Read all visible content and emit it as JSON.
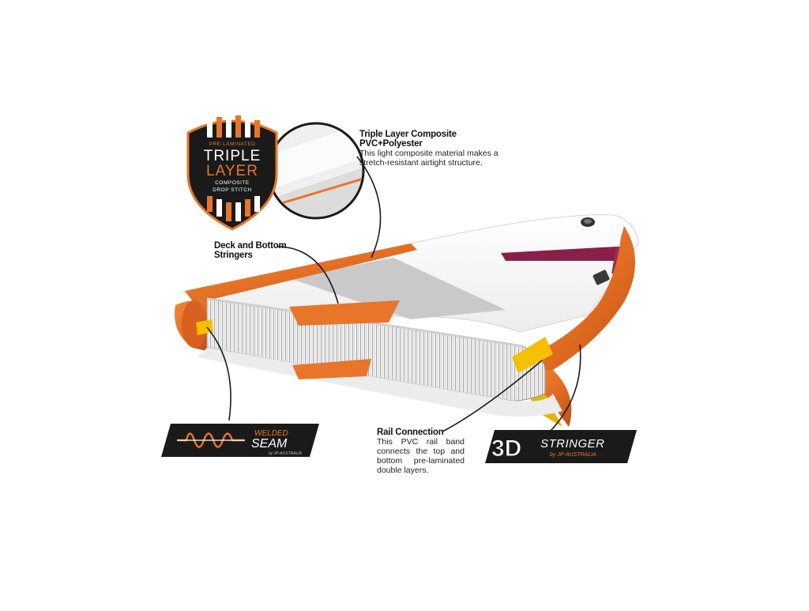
{
  "badges": {
    "triple_layer": {
      "top": "PRE-LAMINATED",
      "line1": "TRIPLE",
      "line2": "LAYER",
      "line3": "COMPOSITE",
      "line4": "DROP STITCH"
    },
    "welded_seam": {
      "line1": "WELDED",
      "line2": "SEAM",
      "line3": "by JP-AUSTRALIA"
    },
    "stringer_3d": {
      "big": "3D",
      "word": "STRINGER",
      "by": "by JP-AUSTRALIA"
    }
  },
  "callouts": {
    "composite": {
      "title": "Triple Layer Composite PVC+Polyester",
      "desc": "This light composite material makes a stretch-resistant airtight structure."
    },
    "stringers": {
      "title_line1": "Deck and Bottom",
      "title_line2": "Stringers"
    },
    "rail": {
      "title": "Rail Connection",
      "desc": "This PVC rail band connects the top and bottom pre-laminated double layers."
    }
  },
  "colors": {
    "orange": "#e8752a",
    "orange_dark": "#b9501a",
    "yellow": "#f5c000",
    "badge_black": "#1a1a1a",
    "deck_logo": "#8a1f4a"
  }
}
